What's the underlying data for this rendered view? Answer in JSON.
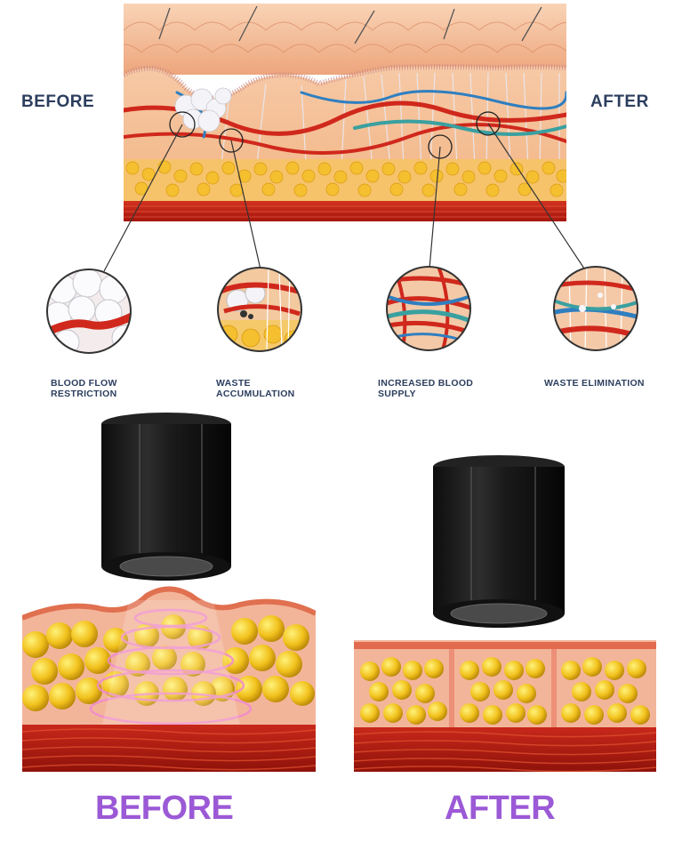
{
  "top": {
    "before_label": "BEFORE",
    "after_label": "AFTER"
  },
  "captions": [
    {
      "line1": "BLOOD FLOW",
      "line2": "RESTRICTION"
    },
    {
      "line1": "WASTE",
      "line2": "ACCUMULATION"
    },
    {
      "line1": "INCREASED BLOOD",
      "line2": "SUPPLY"
    },
    {
      "line1": "WASTE ELIMINATION",
      "line2": ""
    }
  ],
  "bottom": {
    "before_label": "BEFORE",
    "after_label": "AFTER"
  },
  "colors": {
    "skin": "#f0a878",
    "fat": "#f5c030",
    "vessel": "#d0281c",
    "muscle": "#b81c14",
    "accent_purple": "#9b59d6",
    "text_navy": "#2c3e5e"
  }
}
